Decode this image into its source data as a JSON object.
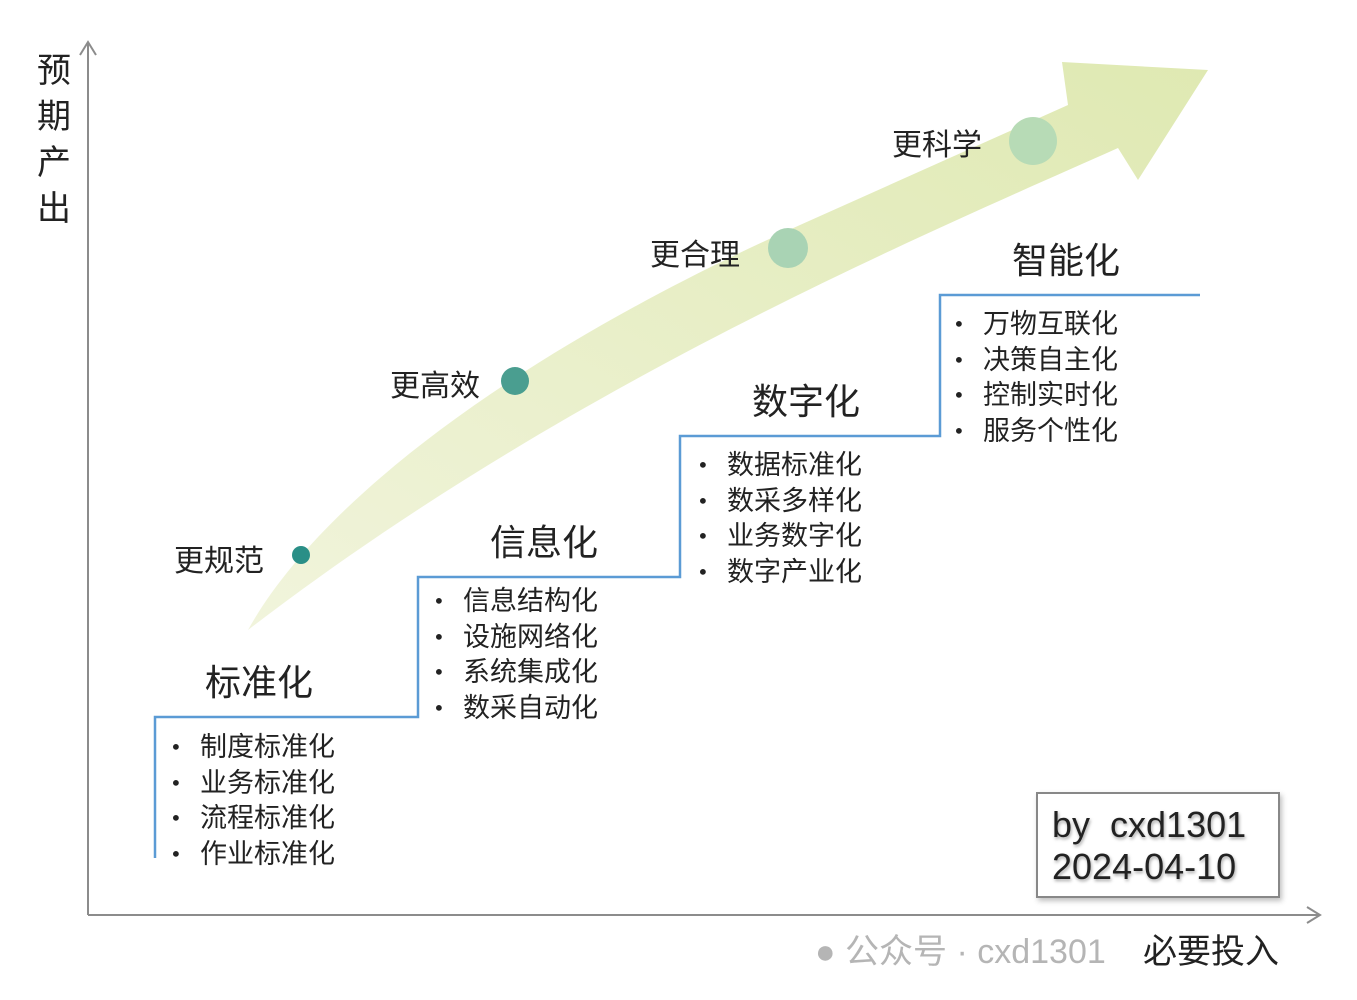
{
  "axes": {
    "y_label": [
      "预",
      "期",
      "产",
      "出"
    ],
    "x_label": "必要投入"
  },
  "stages": [
    {
      "title": "标准化",
      "items": [
        "制度标准化",
        "业务标准化",
        "流程标准化",
        "作业标准化"
      ]
    },
    {
      "title": "信息化",
      "items": [
        "信息结构化",
        "设施网络化",
        "系统集成化",
        "数采自动化"
      ]
    },
    {
      "title": "数字化",
      "items": [
        "数据标准化",
        "数采多样化",
        "业务数字化",
        "数字产业化"
      ]
    },
    {
      "title": "智能化",
      "items": [
        "万物互联化",
        "决策自主化",
        "控制实时化",
        "服务个性化"
      ]
    }
  ],
  "goals": [
    "更规范",
    "更高效",
    "更合理",
    "更科学"
  ],
  "signature": {
    "author": "by  cxd1301",
    "date": "2024-04-10"
  },
  "watermark": "公众号 · cxd1301",
  "colors": {
    "stair": "#5b9bd5",
    "axis": "#8c8c8c",
    "arrow": "#e6edc2",
    "dots": [
      "#2a8f87",
      "#4a9e90",
      "#a9d3b4",
      "#b7dbb6"
    ]
  }
}
